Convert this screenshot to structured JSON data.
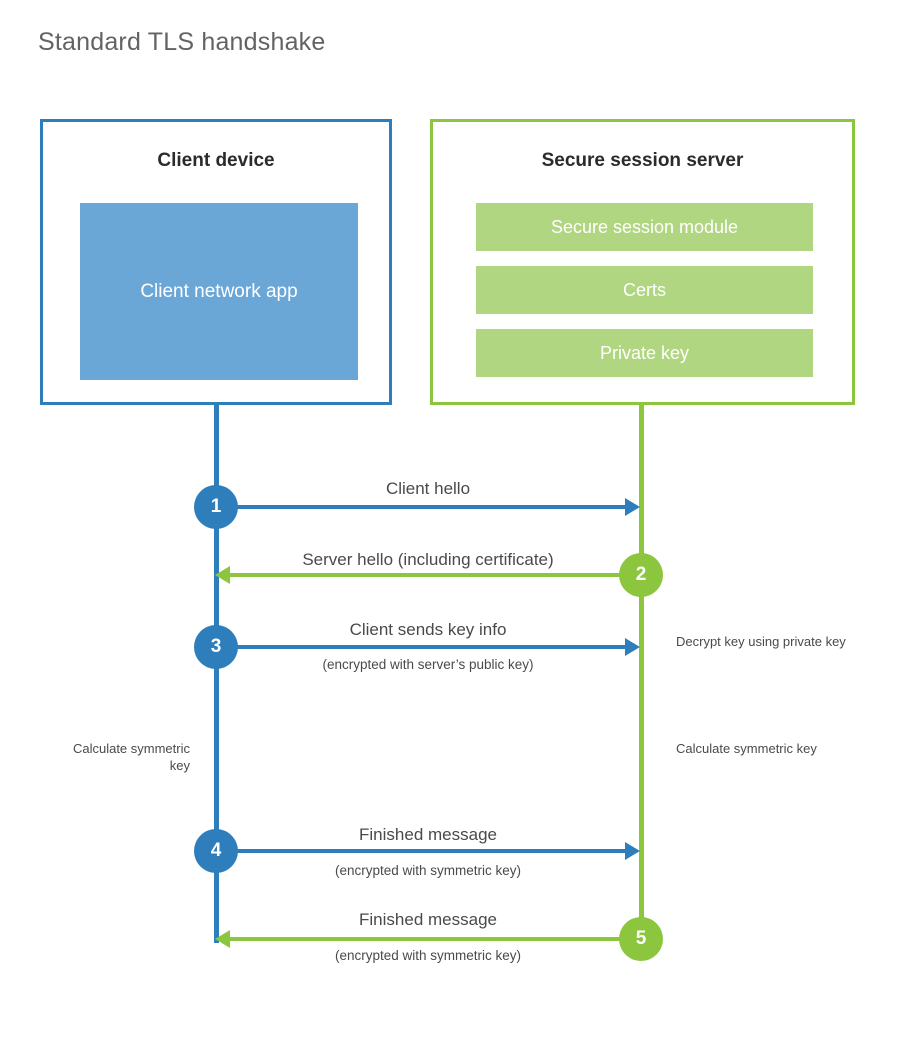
{
  "title": "Standard TLS handshake",
  "colors": {
    "client_accent": "#2e7ebc",
    "server_accent": "#8cc63f",
    "client_app_fill": "#6aa6d6",
    "server_bar_fill": "#b0d681",
    "title_text": "#636363",
    "body_text": "#4a4a4a"
  },
  "parties": {
    "client": {
      "title": "Client device",
      "app_label": "Client network app"
    },
    "server": {
      "title": "Secure session server",
      "bars": [
        {
          "label": "Secure session module"
        },
        {
          "label": "Certs"
        },
        {
          "label": "Private key"
        }
      ]
    }
  },
  "steps": [
    {
      "number": "1",
      "side": "client",
      "direction": "client-to-server",
      "label": "Client hello",
      "sublabel": ""
    },
    {
      "number": "2",
      "side": "server",
      "direction": "server-to-client",
      "label": "Server hello (including certificate)",
      "sublabel": ""
    },
    {
      "number": "3",
      "side": "client",
      "direction": "client-to-server",
      "label": "Client sends key info",
      "sublabel": "(encrypted with server’s public key)"
    },
    {
      "number": "4",
      "side": "client",
      "direction": "client-to-server",
      "label": "Finished message",
      "sublabel": "(encrypted with symmetric key)"
    },
    {
      "number": "5",
      "side": "server",
      "direction": "server-to-client",
      "label": "Finished message",
      "sublabel": "(encrypted with symmetric key)"
    }
  ],
  "notes": {
    "decrypt_key": "Decrypt key using private key",
    "client_calculate": "Calculate symmetric key",
    "server_calculate": "Calculate symmetric key"
  }
}
